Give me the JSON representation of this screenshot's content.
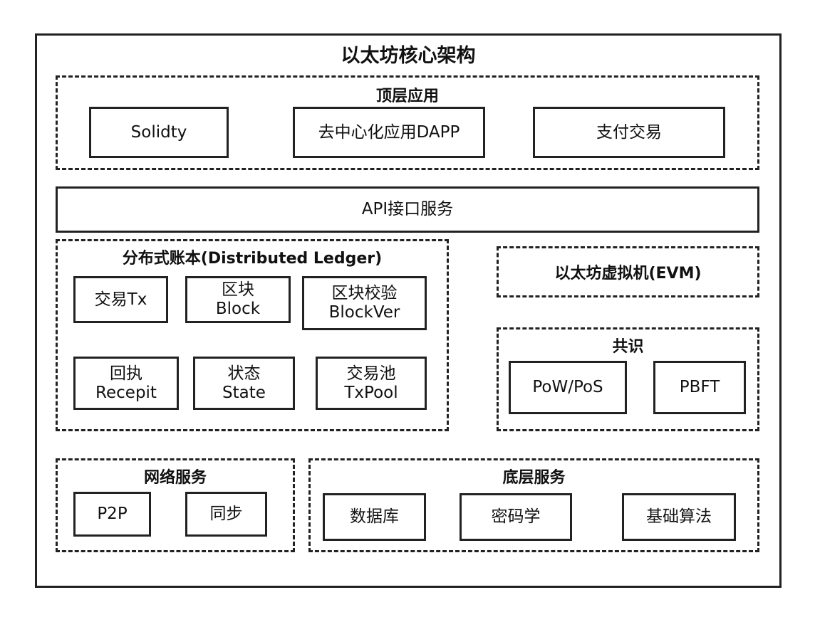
{
  "title": "以太坊核心架构",
  "top_app": {
    "title": "顶层应用",
    "items": [
      "Solidty",
      "去中心化应用DAPP",
      "支付交易"
    ]
  },
  "api": {
    "label": "API接口服务"
  },
  "ledger": {
    "title": "分布式账本(Distributed Ledger)",
    "items": [
      [
        "交易Tx"
      ],
      [
        "区块",
        "Block"
      ],
      [
        "区块校验",
        "BlockVer"
      ],
      [
        "回执",
        "Recepit"
      ],
      [
        "状态",
        "State"
      ],
      [
        "交易池",
        "TxPool"
      ]
    ]
  },
  "evm": {
    "title": "以太坊虚拟机(EVM)"
  },
  "consensus": {
    "title": "共识",
    "items": [
      "PoW/PoS",
      "PBFT"
    ]
  },
  "network": {
    "title": "网络服务",
    "items": [
      "P2P",
      "同步"
    ]
  },
  "base": {
    "title": "底层服务",
    "items": [
      "数据库",
      "密码学",
      "基础算法"
    ]
  }
}
